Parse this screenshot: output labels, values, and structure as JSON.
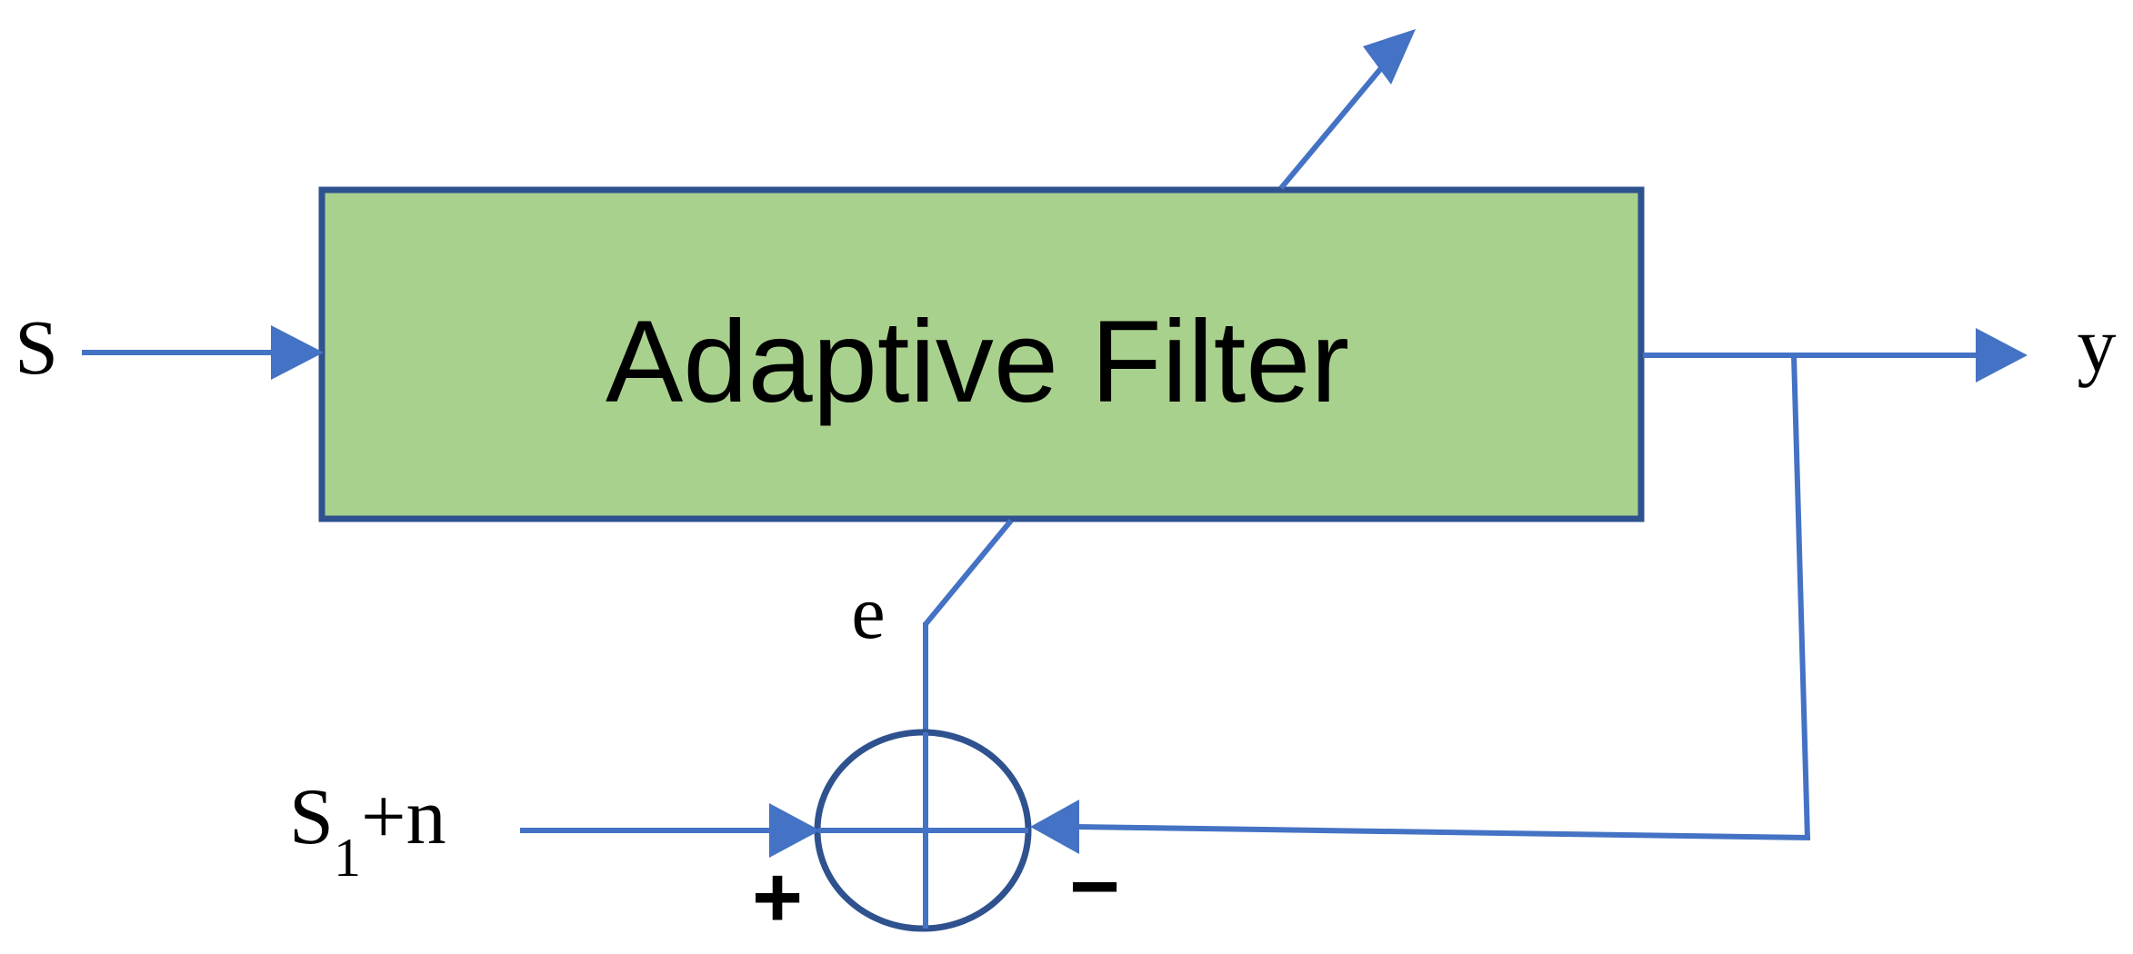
{
  "filter_label": "Adaptive Filter",
  "labels": {
    "input": "S",
    "output": "y",
    "error": "e",
    "reference_main": "S",
    "reference_sub": "1",
    "reference_tail": "+n",
    "plus": "+",
    "minus": "−"
  },
  "colors": {
    "filter_fill": "#a9d18e",
    "filter_stroke": "#2f528f",
    "wire": "#4472c4",
    "summer_stroke": "#2f528f",
    "text": "#000000"
  }
}
